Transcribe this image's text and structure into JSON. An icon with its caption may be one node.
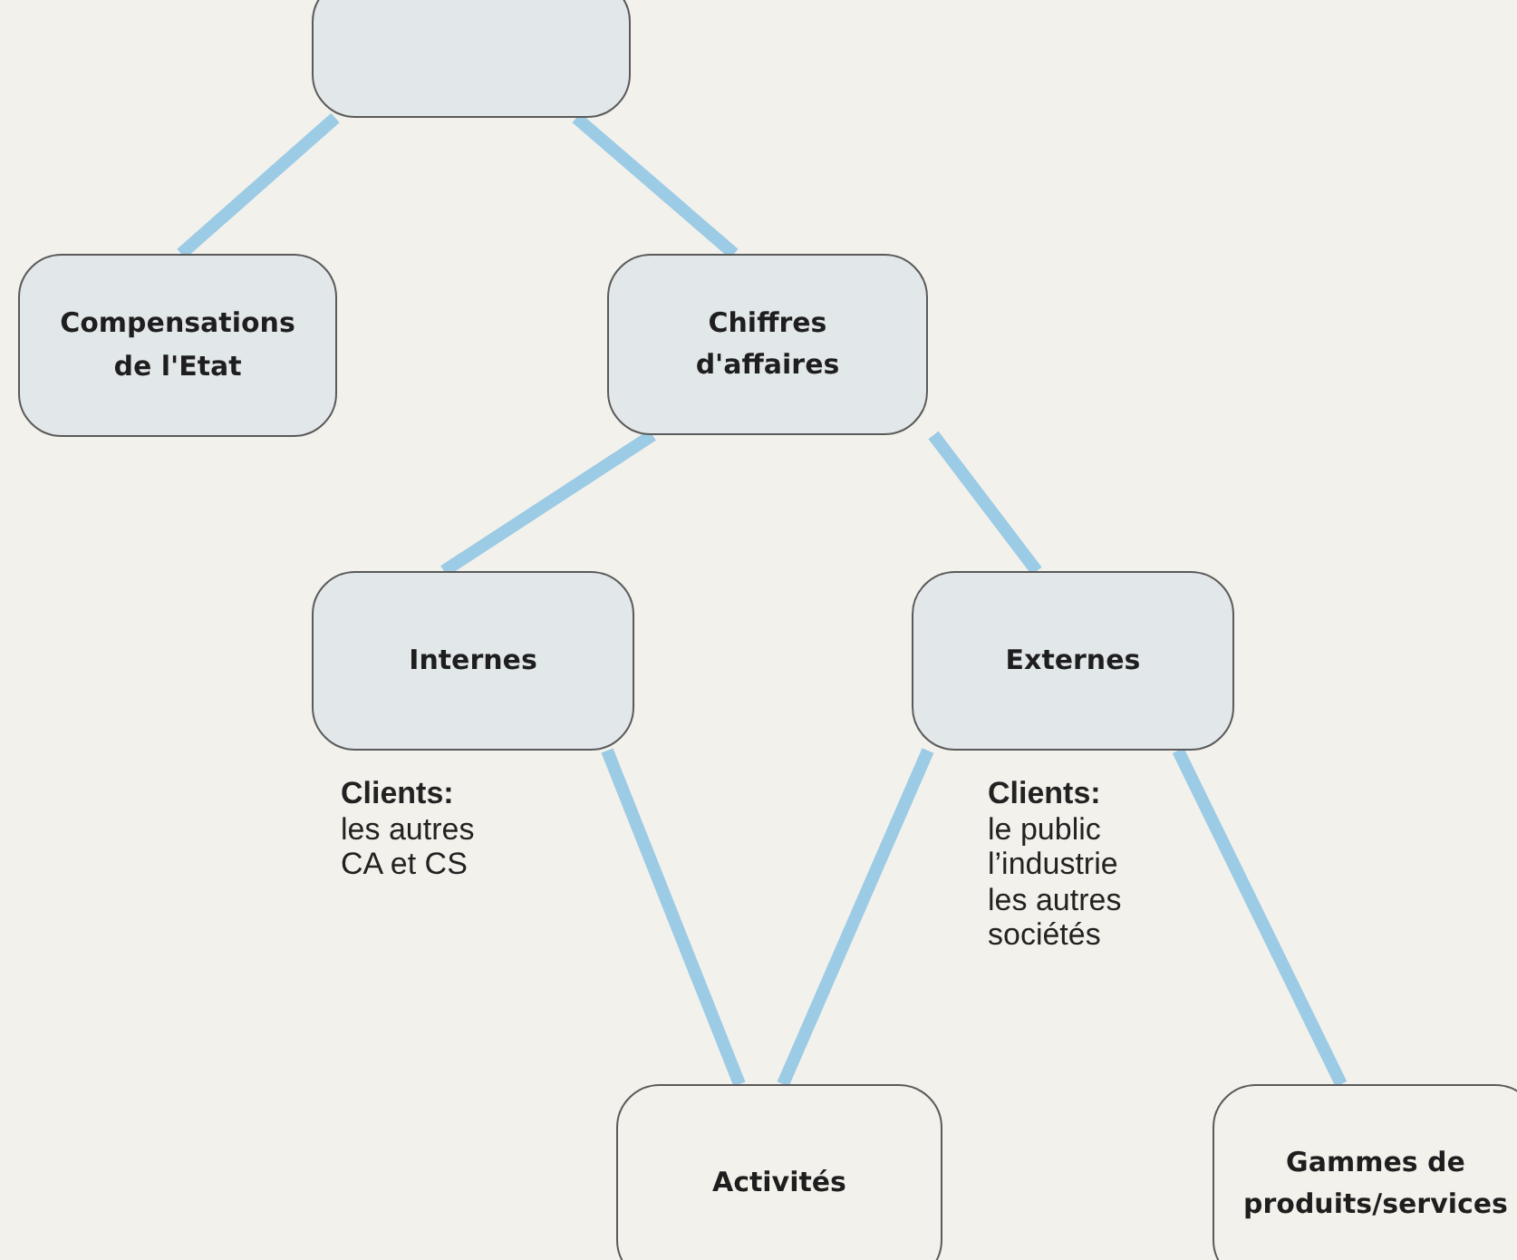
{
  "diagram": {
    "nodes": [
      {
        "text": [],
        "shape": "box"
      },
      {
        "text": [
          "Compensations de l'Etat"
        ]
      },
      {
        "text": [
          "Chiffres d'affaires"
        ]
      },
      {
        "text": [
          "Internes"
        ],
        "beside": [
          "Clients:",
          "les autres CA et CS"
        ]
      },
      {
        "text": [
          "Externes"
        ],
        "beside": [
          "Clients:",
          "le public l’industrie les autres sociétés"
        ]
      },
      {
        "text": [
          "Activités"
        ]
      },
      {
        "text": [
          "Gammes de produits/services"
        ]
      }
    ],
    "edges": [
      {
        "from": 0,
        "to": 1,
        "arrow": "none"
      },
      {
        "from": 0,
        "to": 2,
        "arrow": "none"
      },
      {
        "from": 2,
        "to": 3,
        "arrow": "none"
      },
      {
        "from": 2,
        "to": 4,
        "arrow": "none"
      },
      {
        "from": 3,
        "to": 5,
        "arrow": "none"
      },
      {
        "from": 4,
        "to": 5,
        "arrow": "none"
      },
      {
        "from": 4,
        "to": 6,
        "arrow": "none"
      }
    ]
  }
}
